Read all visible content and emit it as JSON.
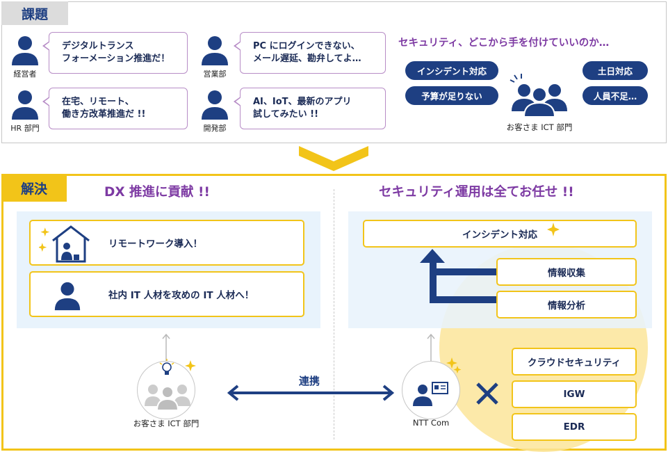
{
  "problem": {
    "tab_label": "課題",
    "people": [
      {
        "role": "経営者",
        "message": "デジタルトランス\nフォーメーション推進だ！"
      },
      {
        "role": "HR 部門",
        "message": "在宅、リモート、\n働き方改革推進だ !!"
      },
      {
        "role": "営業部",
        "message": "PC にログインできない、\nメール遅延、勘弁してよ…"
      },
      {
        "role": "開発部",
        "message": "AI、IoT、最新のアプリ\n試してみたい !!"
      }
    ],
    "security_question": "セキュリティ、どこから手を付けていいのか…",
    "concerns": [
      "インシデント対応",
      "予算が足りない",
      "土日対応",
      "人員不足…"
    ],
    "client_label": "お客さま ICT 部門"
  },
  "solution": {
    "tab_label": "解決",
    "left_title": "DX 推進に貢献 !!",
    "right_title": "セキュリティ運用は全てお任せ !!",
    "left_items": [
      "リモートワーク導入！",
      "社内 IT 人材を攻めの IT 人材へ！"
    ],
    "incident_label": "インシデント対応",
    "info_items": [
      "情報収集",
      "情報分析"
    ],
    "services": [
      "クラウドセキュリティ",
      "IGW",
      "EDR"
    ],
    "client_label": "お客さま ICT 部門",
    "link_label": "連携",
    "ntt_label": "NTT Com"
  },
  "colors": {
    "navy": "#1e3f82",
    "purple": "#7d3aa3",
    "yellow": "#f2c419",
    "light_blue": "#e8f3fc"
  }
}
